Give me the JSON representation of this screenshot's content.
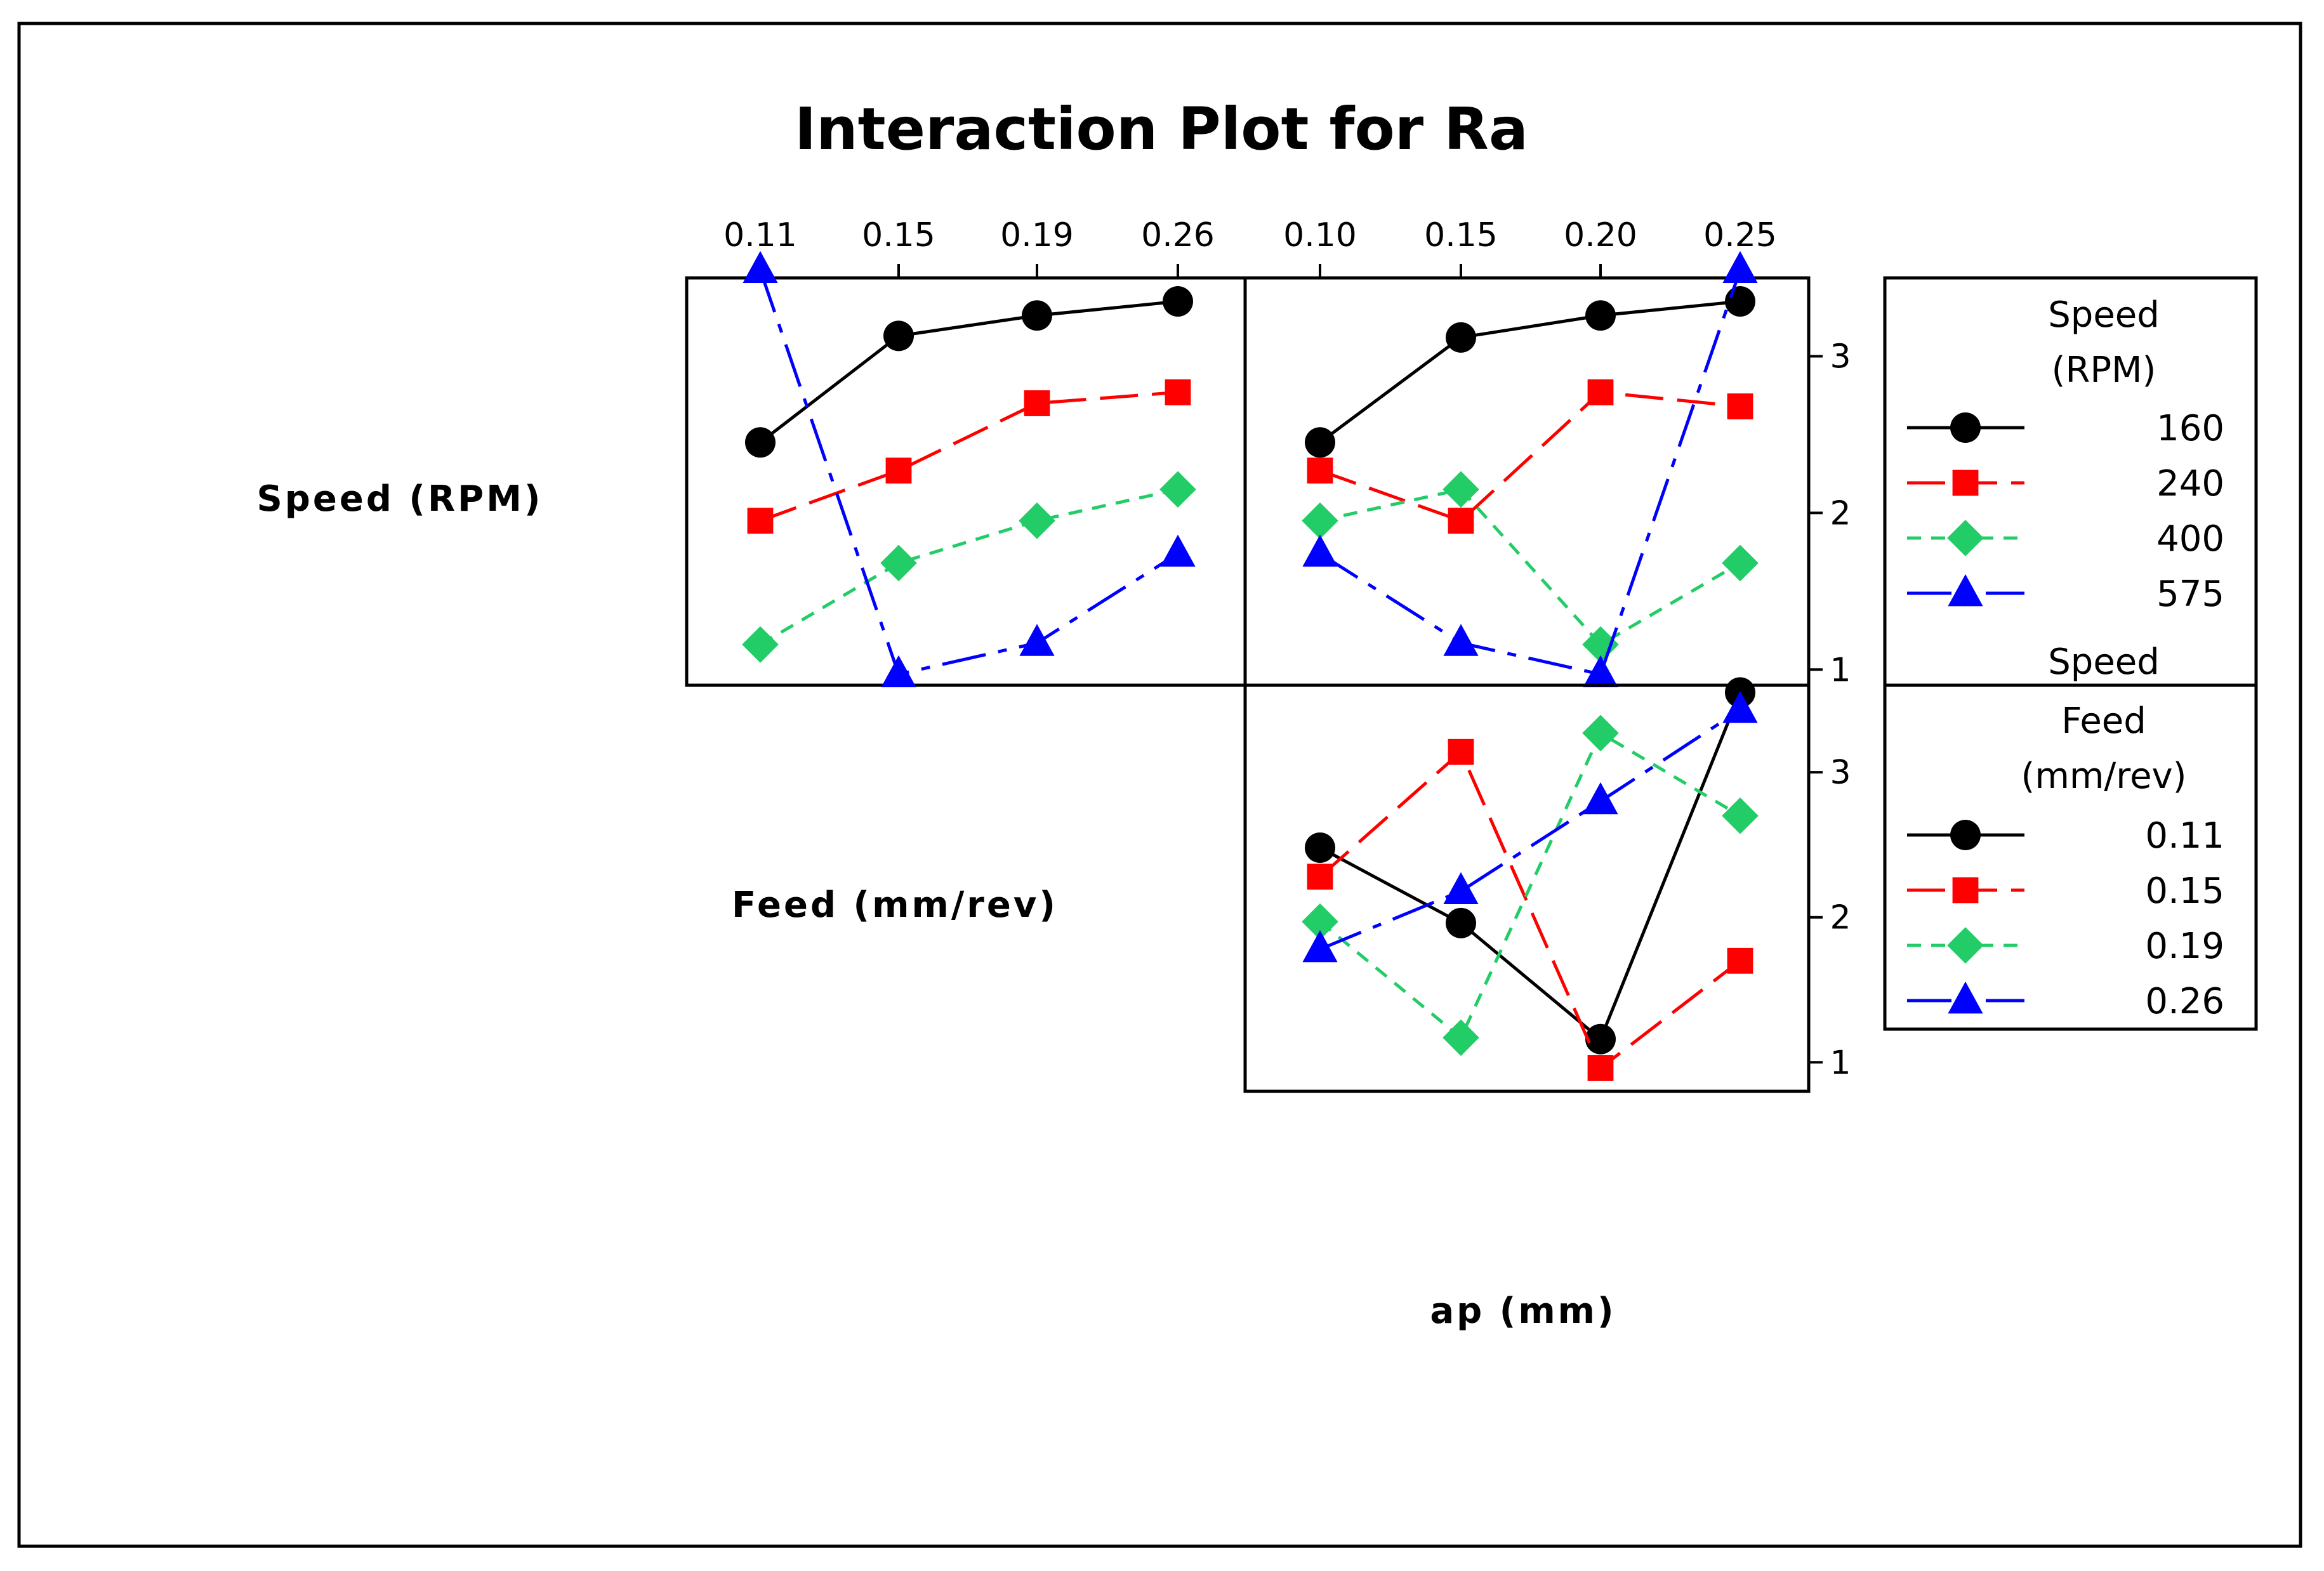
{
  "title": "Interaction Plot for Ra",
  "colors": {
    "black": "#000000",
    "red": "#ff0000",
    "green": "#22cc66",
    "blue": "#0000ff"
  },
  "row_labels": [
    "Speed (RPM)",
    "Feed (mm/rev)"
  ],
  "bottom_label": "ap (mm)",
  "legends": [
    {
      "title_lines": [
        "Speed",
        "(RPM)"
      ],
      "extra_label": "Speed",
      "entries": [
        "160",
        "240",
        "400",
        "575"
      ]
    },
    {
      "title_lines": [
        "Feed",
        "(mm/rev)"
      ],
      "entries": [
        "0.11",
        "0.15",
        "0.19",
        "0.26"
      ]
    }
  ],
  "chart_data": [
    {
      "type": "line",
      "panel": "Speed x Feed",
      "x": [
        "0.11",
        "0.15",
        "0.19",
        "0.26"
      ],
      "ylim": [
        0.9,
        3.5
      ],
      "series": [
        {
          "name": "160",
          "values": [
            2.45,
            3.13,
            3.26,
            3.35
          ]
        },
        {
          "name": "240",
          "values": [
            1.95,
            2.27,
            2.7,
            2.77
          ]
        },
        {
          "name": "400",
          "values": [
            1.16,
            1.68,
            1.95,
            2.15
          ]
        },
        {
          "name": "575",
          "values": [
            3.55,
            0.97,
            1.17,
            1.74
          ]
        }
      ]
    },
    {
      "type": "line",
      "panel": "Speed x ap",
      "x": [
        "0.10",
        "0.15",
        "0.20",
        "0.25"
      ],
      "ylim": [
        0.9,
        3.5
      ],
      "yticks": [
        1,
        2,
        3
      ],
      "series": [
        {
          "name": "160",
          "values": [
            2.45,
            3.12,
            3.26,
            3.35
          ]
        },
        {
          "name": "240",
          "values": [
            2.27,
            1.95,
            2.77,
            2.68
          ]
        },
        {
          "name": "400",
          "values": [
            1.95,
            2.15,
            1.16,
            1.68
          ]
        },
        {
          "name": "575",
          "values": [
            1.74,
            1.17,
            0.97,
            3.55
          ]
        }
      ]
    },
    {
      "type": "line",
      "panel": "Feed x ap",
      "x": [
        "0.10",
        "0.15",
        "0.20",
        "0.25"
      ],
      "ylim": [
        0.8,
        3.6
      ],
      "yticks": [
        1,
        2,
        3
      ],
      "series": [
        {
          "name": "0.11",
          "values": [
            2.48,
            1.96,
            1.16,
            3.55
          ]
        },
        {
          "name": "0.15",
          "values": [
            2.28,
            3.14,
            0.96,
            1.7
          ]
        },
        {
          "name": "0.19",
          "values": [
            1.97,
            1.17,
            3.27,
            2.7
          ]
        },
        {
          "name": "0.26",
          "values": [
            1.78,
            2.18,
            2.8,
            3.43
          ]
        }
      ]
    }
  ]
}
